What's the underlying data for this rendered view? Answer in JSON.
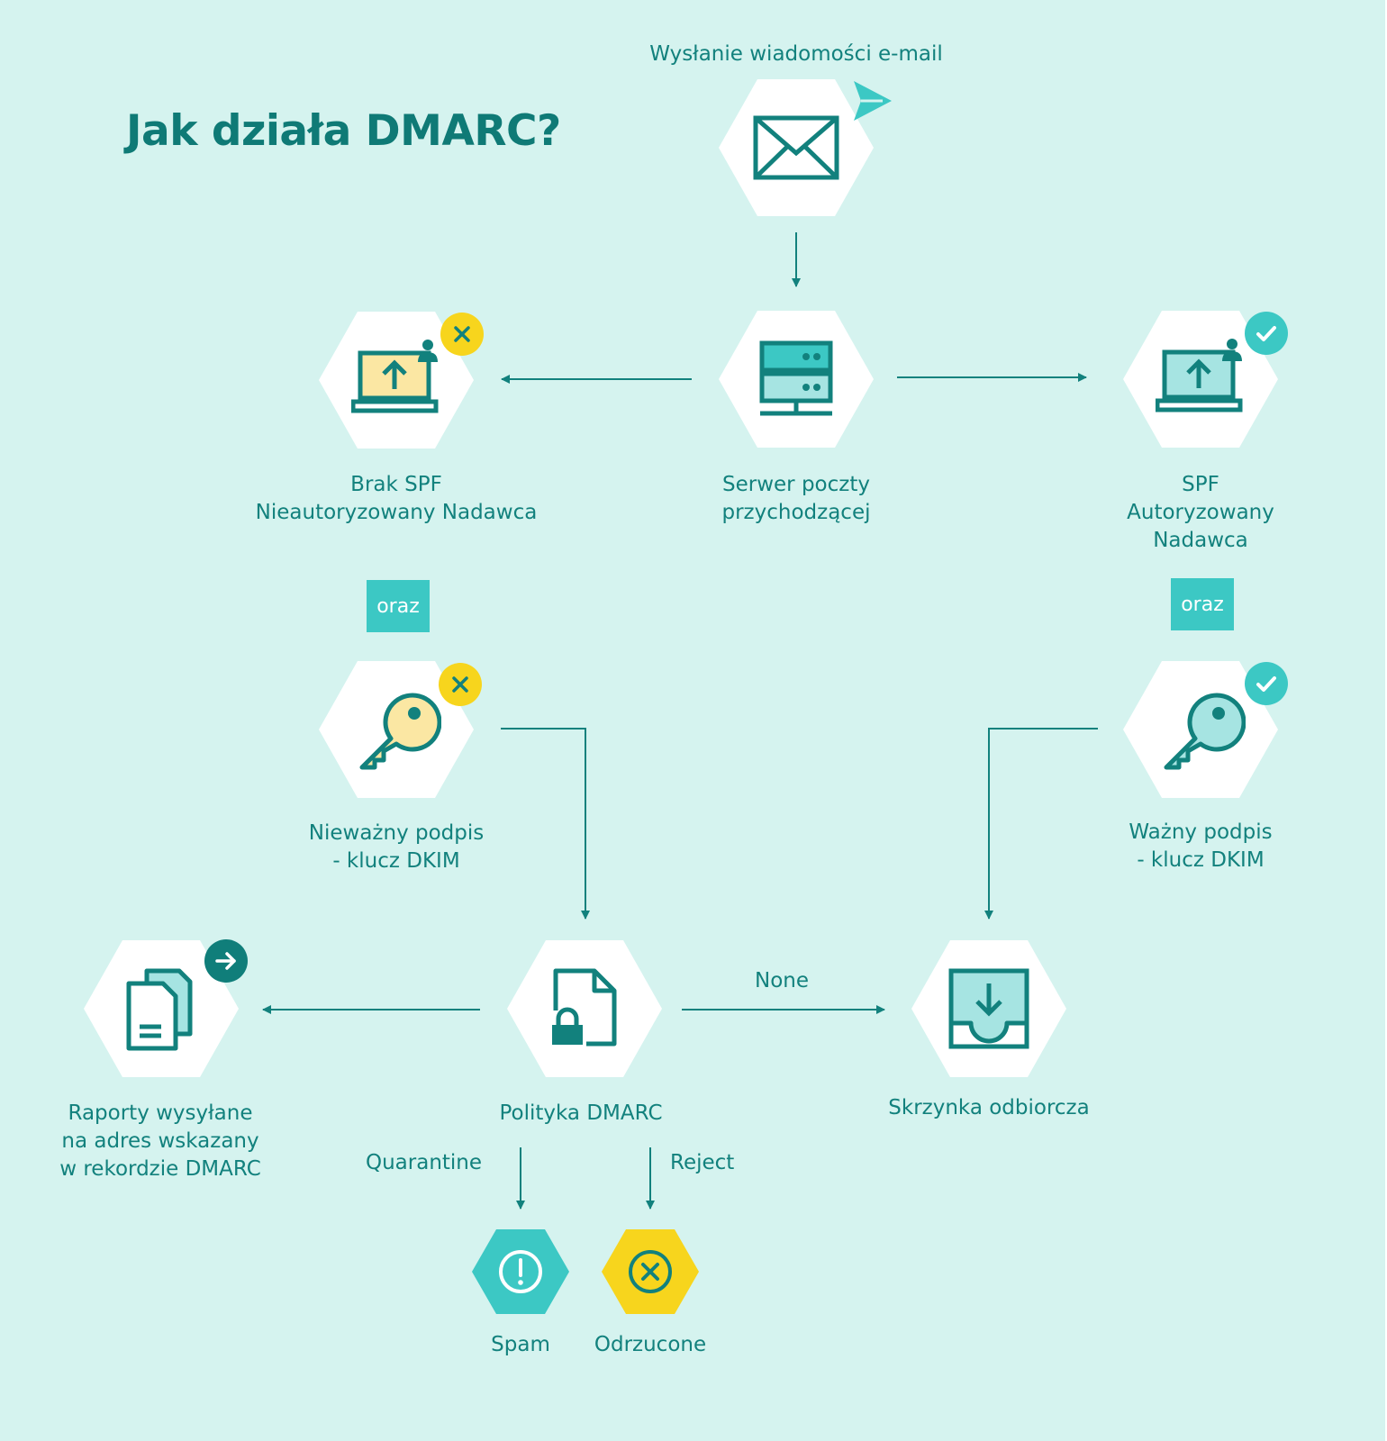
{
  "title": "Jak działa DMARC?",
  "nodes": {
    "email": {
      "label": "Wysłanie wiadomości e-mail",
      "icon": "envelope-icon",
      "badge": "send-arrow-icon"
    },
    "server": {
      "label_lines": [
        "Serwer poczty",
        "przychodzącej"
      ],
      "icon": "server-icon"
    },
    "spf_fail": {
      "label_lines": [
        "Brak SPF",
        "Nieautoryzowany Nadawca"
      ],
      "icon": "laptop-upload-icon",
      "badge": "x-icon"
    },
    "spf_pass": {
      "label_lines": [
        "SPF",
        "Autoryzowany",
        "Nadawca"
      ],
      "icon": "laptop-upload-icon",
      "badge": "check-icon"
    },
    "dkim_fail": {
      "label_lines": [
        "Nieważny podpis",
        "- klucz DKIM"
      ],
      "icon": "key-icon",
      "badge": "x-icon"
    },
    "dkim_pass": {
      "label_lines": [
        "Ważny podpis",
        "- klucz DKIM"
      ],
      "icon": "key-icon",
      "badge": "check-icon"
    },
    "policy": {
      "label": "Polityka DMARC",
      "icon": "locked-document-icon"
    },
    "reports": {
      "label_lines": [
        "Raporty wysyłane",
        "na adres wskazany",
        "w rekordzie DMARC"
      ],
      "icon": "documents-icon",
      "badge": "arrow-right-icon"
    },
    "inbox": {
      "label": "Skrzynka odbiorcza",
      "icon": "inbox-download-icon"
    },
    "spam": {
      "label": "Spam",
      "icon": "exclamation-icon"
    },
    "rejected": {
      "label": "Odrzucone",
      "icon": "x-circle-icon"
    }
  },
  "tags": {
    "left": "oraz",
    "right": "oraz"
  },
  "edges": {
    "none": "None",
    "quarantine": "Quarantine",
    "reject": "Reject"
  },
  "colors": {
    "background": "#d5f3ef",
    "primary": "#12817d",
    "accent": "#3cc8c4",
    "warning": "#f7d51d",
    "dark": "#107e7a",
    "light_fill": "#a6e4e2",
    "yellow_fill": "#fbe7a3"
  }
}
